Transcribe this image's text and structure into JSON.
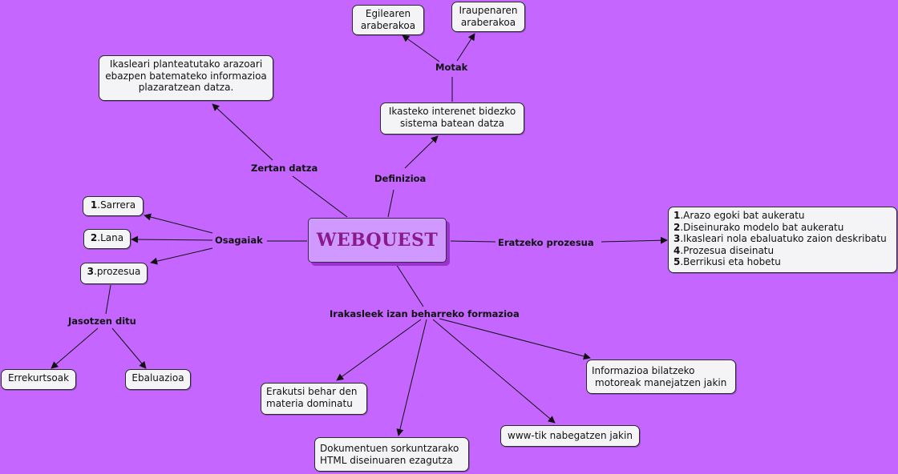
{
  "center": "WEBQUEST",
  "labels": {
    "motak": "Motak",
    "definizioa": "Definizioa",
    "zertan": "Zertan datza",
    "osagaiak": "Osagaiak",
    "jasotzen": "Jasotzen ditu",
    "eratzeko": "Eratzeko prozesua",
    "irakasleek": "Irakasleek izan beharreko formazioa"
  },
  "nodes": {
    "egilearen": [
      "Egilearen",
      "araberakoa"
    ],
    "iraupenaren": [
      "Iraupenaren",
      "araberakoa"
    ],
    "ikasleari": [
      "Ikasleari planteatutako arazoari",
      "ebazpen batemateko informazioa",
      "plazaratzean datza."
    ],
    "ikasteko": [
      "Ikasteko interenet bidezko",
      "sistema batean datza"
    ],
    "sarrera": {
      "num": "1",
      "text": ".Sarrera"
    },
    "lana": {
      "num": "2",
      "text": ".Lana"
    },
    "prozesua": {
      "num": "3",
      "text": ".prozesua"
    },
    "errekurtsoak": "Errekurtsoak",
    "ebaluazioa": "Ebaluazioa",
    "steps": [
      {
        "num": "1",
        "text": ".Arazo egoki bat aukeratu"
      },
      {
        "num": "2",
        "text": ".Diseinurako modelo bat aukeratu"
      },
      {
        "num": "3",
        "text": ".Ikasleari nola ebaluatuko zaion deskribatu"
      },
      {
        "num": "4",
        "text": ".Prozesua diseinatu"
      },
      {
        "num": "5",
        "text": ".Berrikusi eta hobetu"
      }
    ],
    "informazioa": [
      "Informazioa bilatzeko",
      "motoreak manejatzen jakin"
    ],
    "erakutsi": [
      "Erakutsi behar den",
      "materia dominatu"
    ],
    "dokumentuen": [
      "Dokumentuen sorkuntzarako",
      "HTML diseinuaren ezagutza"
    ],
    "www": "www-tik nabegatzen jakin"
  }
}
